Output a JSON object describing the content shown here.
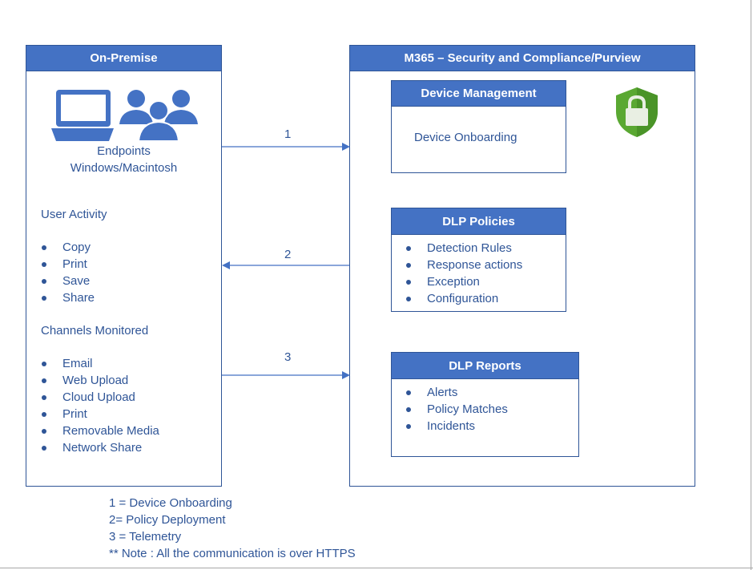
{
  "on_premise": {
    "title": "On-Premise",
    "endpoints_line1": "Endpoints",
    "endpoints_line2": "Windows/Macintosh",
    "user_activity_heading": "User Activity",
    "user_activity_items": [
      "Copy",
      "Print",
      "Save",
      "Share"
    ],
    "channels_heading": "Channels Monitored",
    "channels_items": [
      "Email",
      "Web Upload",
      "Cloud Upload",
      "Print",
      "Removable Media",
      "Network Share"
    ],
    "icons": [
      "laptop-icon",
      "users-icon"
    ]
  },
  "m365": {
    "title": "M365 – Security and Compliance/Purview",
    "shield_icon": "shield-lock-icon",
    "shield_color": "#5aa832",
    "device_management": {
      "title": "Device Management",
      "body": "Device Onboarding"
    },
    "dlp_policies": {
      "title": "DLP Policies",
      "items": [
        "Detection Rules",
        "Response actions",
        "Exception",
        "Configuration"
      ]
    },
    "dlp_reports": {
      "title": "DLP Reports",
      "items": [
        "Alerts",
        "Policy Matches",
        "Incidents"
      ]
    }
  },
  "connectors": [
    {
      "label": "1",
      "direction": "right"
    },
    {
      "label": "2",
      "direction": "left"
    },
    {
      "label": "3",
      "direction": "right"
    }
  ],
  "legend": [
    "1 = Device Onboarding",
    "2= Policy Deployment",
    "3 = Telemetry",
    "** Note : All the communication is over HTTPS"
  ],
  "colors": {
    "header_fill": "#4472c4",
    "border": "#2f5597",
    "text": "#2f5597",
    "icon_blue": "#4472c4"
  }
}
